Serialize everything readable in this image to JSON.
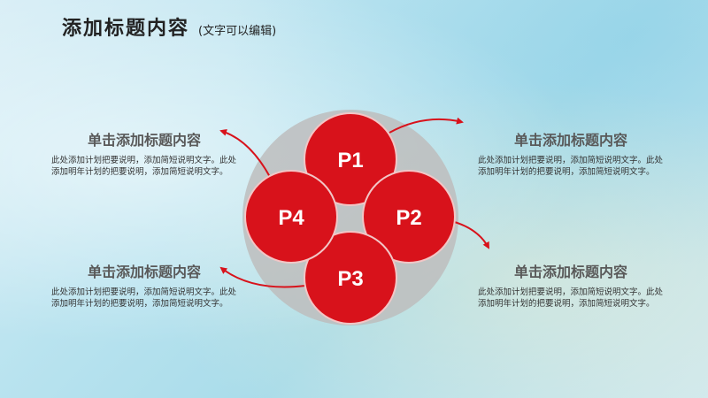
{
  "header": {
    "title": "添加标题内容",
    "subtitle": "(文字可以编辑)"
  },
  "diagram": {
    "nodes": [
      {
        "label": "P1"
      },
      {
        "label": "P2"
      },
      {
        "label": "P3"
      },
      {
        "label": "P4"
      }
    ],
    "colors": {
      "node_fill": "#d8121b",
      "node_stroke": "#f2c6c6",
      "backdrop": "#bdbdbd",
      "arrow": "#d8121b"
    }
  },
  "blocks": [
    {
      "heading": "单击添加标题内容",
      "body": "此处添加计划把要说明，添加简短说明文字。此处添加明年计划的把要说明，添加简短说明文字。"
    },
    {
      "heading": "单击添加标题内容",
      "body": "此处添加计划把要说明，添加简短说明文字。此处添加明年计划的把要说明，添加简短说明文字。"
    },
    {
      "heading": "单击添加标题内容",
      "body": "此处添加计划把要说明，添加简短说明文字。此处添加明年计划的把要说明，添加简短说明文字。"
    },
    {
      "heading": "单击添加标题内容",
      "body": "此处添加计划把要说明，添加简短说明文字。此处添加明年计划的把要说明，添加简短说明文字。"
    }
  ]
}
